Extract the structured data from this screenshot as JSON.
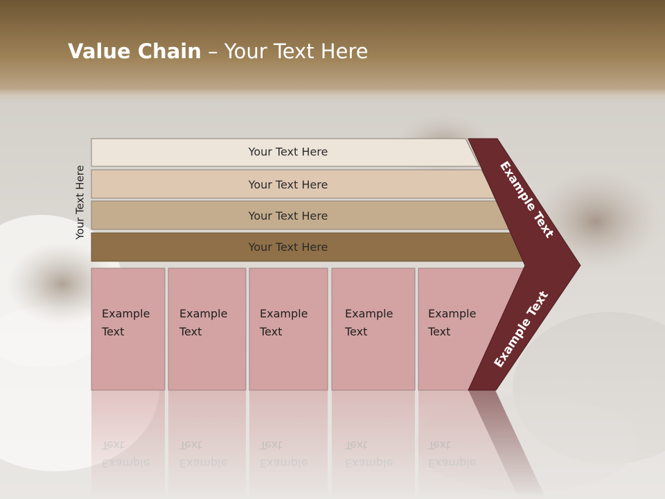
{
  "slide": {
    "title_bold": "Value Chain",
    "title_rest": " – Your Text Here",
    "side_label": "Your Text Here"
  },
  "bands": [
    {
      "label": "Your Text Here",
      "color": "#ede4da"
    },
    {
      "label": "Your Text Here",
      "color": "#dfc8b2"
    },
    {
      "label": "Your Text Here",
      "color": "#c4ad8e"
    },
    {
      "label": "Your Text Here",
      "color": "#8f7048"
    }
  ],
  "columns": [
    {
      "line1": "Example",
      "line2": "Text"
    },
    {
      "line1": "Example",
      "line2": "Text"
    },
    {
      "line1": "Example",
      "line2": "Text"
    },
    {
      "line1": "Example",
      "line2": "Text"
    },
    {
      "line1": "Example",
      "line2": "Text"
    }
  ],
  "chevron": {
    "upper_label": "Example Text",
    "lower_label": "Example Text",
    "color": "#6b2a2e"
  },
  "colors": {
    "header": "#8a6d44",
    "column_fill": "#d3a2a2",
    "column_text": "#1e1e1e"
  }
}
